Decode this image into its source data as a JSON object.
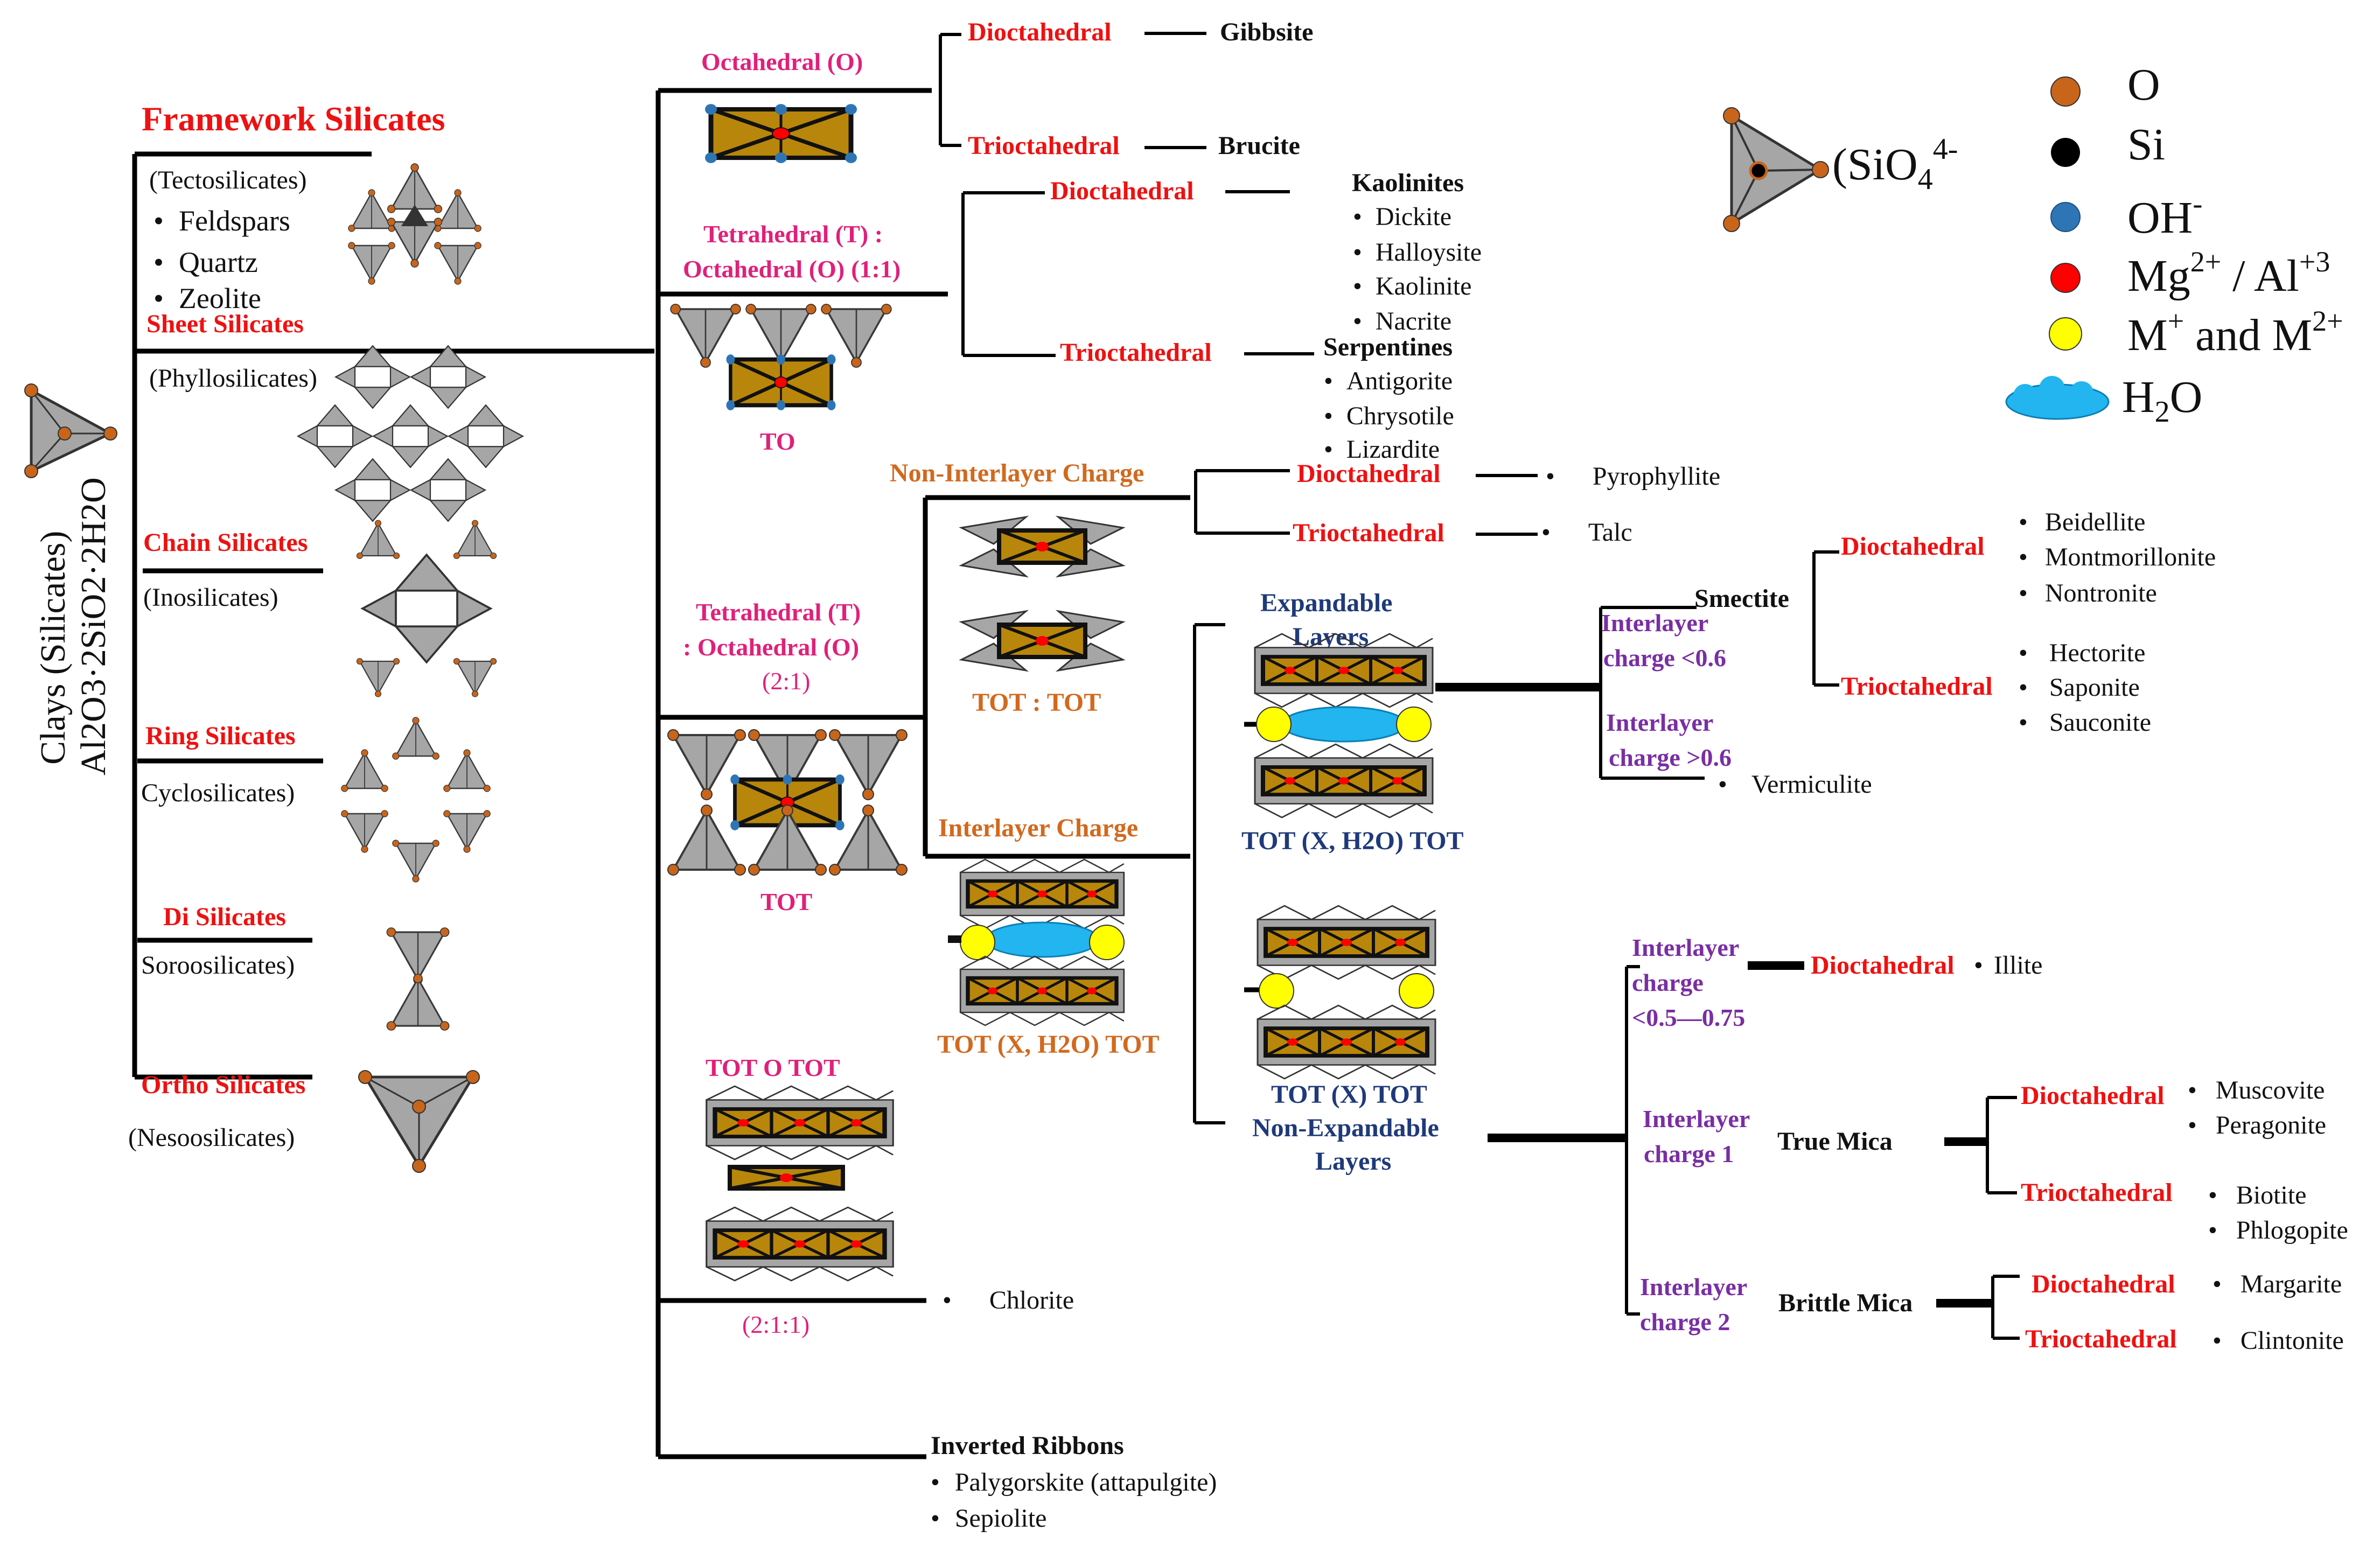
{
  "colors": {
    "red_label": "#ee1111",
    "magenta_label": "#e0207a",
    "orange_label": "#d2691e",
    "navy_label": "#1f3a7a",
    "purple_label": "#7a2ea3",
    "oxygen": "#c8651b",
    "silicon": "#000000",
    "hydroxyl": "#2e75b6",
    "mg_al": "#ff0000",
    "m_ions": "#ffff00",
    "water": "#22b5f0",
    "octahedral_sheet": "#b8860b",
    "tetrahedron": "#a6a6a6"
  },
  "legend": {
    "sio4": "(SiO4)4-",
    "o": "O",
    "si": "Si",
    "oh": "OH-",
    "mg_al": "Mg2+ / Al+3",
    "m_ions": "M+ and M2+",
    "h2o": "H2O"
  },
  "root": {
    "line1": "Clays (Silicates)",
    "line2": "Al2O3·2SiO2·2H2O"
  },
  "classes": {
    "framework": {
      "title": "Framework Silicates",
      "sub": "(Tectosilicates)",
      "items": [
        "Feldspars",
        "Quartz",
        "Zeolite"
      ]
    },
    "sheet": {
      "title": "Sheet Silicates",
      "sub": "(Phyllosilicates)"
    },
    "chain": {
      "title": "Chain Silicates",
      "sub": "(Inosilicates)"
    },
    "ring": {
      "title": "Ring Silicates",
      "sub": "Cyclosilicates)"
    },
    "di": {
      "title": "Di Silicates",
      "sub": "Soroosilicates)"
    },
    "ortho": {
      "title": "Ortho Silicates",
      "sub": "(Nesoosilicates)"
    }
  },
  "octahedral": {
    "title": "Octahedral (O)",
    "diocta": "Dioctahedral",
    "diocta_mineral": "Gibbsite",
    "triocta": "Trioctahedral",
    "triocta_mineral": "Brucite"
  },
  "to11": {
    "title_line1": "Tetrahedral (T) :",
    "title_line2": "Octahedral (O)",
    "ratio": "(1:1)",
    "code": "TO",
    "diocta": "Dioctahedral",
    "diocta_group": "Kaolinites",
    "diocta_items": [
      "Dickite",
      "Halloysite",
      "Kaolinite",
      "Nacrite"
    ],
    "triocta": "Trioctahedral",
    "triocta_group": "Serpentines",
    "triocta_items": [
      "Antigorite",
      "Chrysotile",
      "Lizardite"
    ]
  },
  "tot21": {
    "title_line1": "Tetrahedral (T)",
    "title_line2": ": Octahedral (O)",
    "ratio": "(2:1)",
    "code": "TOT"
  },
  "non_interlayer": {
    "title": "Non-Interlayer  Charge",
    "code": "TOT : TOT",
    "diocta": "Dioctahedral",
    "diocta_mineral": "Pyrophyllite",
    "triocta": "Trioctahedral",
    "triocta_mineral": "Talc"
  },
  "interlayer": {
    "title": "Interlayer  Charge",
    "code": "TOT (X, H2O) TOT"
  },
  "expandable": {
    "title_line1": "Expandable",
    "title_line2": "Layers",
    "code": "TOT (X, H2O) TOT",
    "charge_lt_line1": "Interlayer",
    "charge_lt_line2": "charge <0.6",
    "charge_gt_line1": "Interlayer",
    "charge_gt_line2": "charge >0.6",
    "smectite": "Smectite",
    "vermiculite": "Vermiculite",
    "smectite_diocta": "Dioctahedral",
    "smectite_diocta_items": [
      "Beidellite",
      "Montmorillonite",
      "Nontronite"
    ],
    "smectite_triocta": "Trioctahedral",
    "smectite_triocta_items": [
      "Hectorite",
      "Saponite",
      "Sauconite"
    ]
  },
  "non_expandable": {
    "code": "TOT (X) TOT",
    "title_line1": "Non-Expandable",
    "title_line2": "Layers",
    "illite_charge_line1": "Interlayer",
    "illite_charge_line2": "charge",
    "illite_charge_line3": "<0.5—0.75",
    "illite_diocta": "Dioctahedral",
    "illite": "Illite",
    "true_charge_line1": "Interlayer",
    "true_charge_line2": "charge 1",
    "true_mica": "True Mica",
    "true_diocta": "Dioctahedral",
    "true_diocta_items": [
      "Muscovite",
      "Peragonite"
    ],
    "true_triocta": "Trioctahedral",
    "true_triocta_items": [
      "Biotite",
      "Phlogopite"
    ],
    "brittle_charge_line1": "Interlayer",
    "brittle_charge_line2": "charge 2",
    "brittle_mica": "Brittle Mica",
    "brittle_diocta": "Dioctahedral",
    "brittle_diocta_item": "Margarite",
    "brittle_triocta": "Trioctahedral",
    "brittle_triocta_item": "Clintonite"
  },
  "chlorite": {
    "code": "TOT O TOT",
    "ratio": "(2:1:1)",
    "mineral": "Chlorite"
  },
  "ribbons": {
    "title": "Inverted Ribbons",
    "items": [
      "Palygorskite  (attapulgite)",
      "Sepiolite"
    ]
  },
  "bullet": "•"
}
